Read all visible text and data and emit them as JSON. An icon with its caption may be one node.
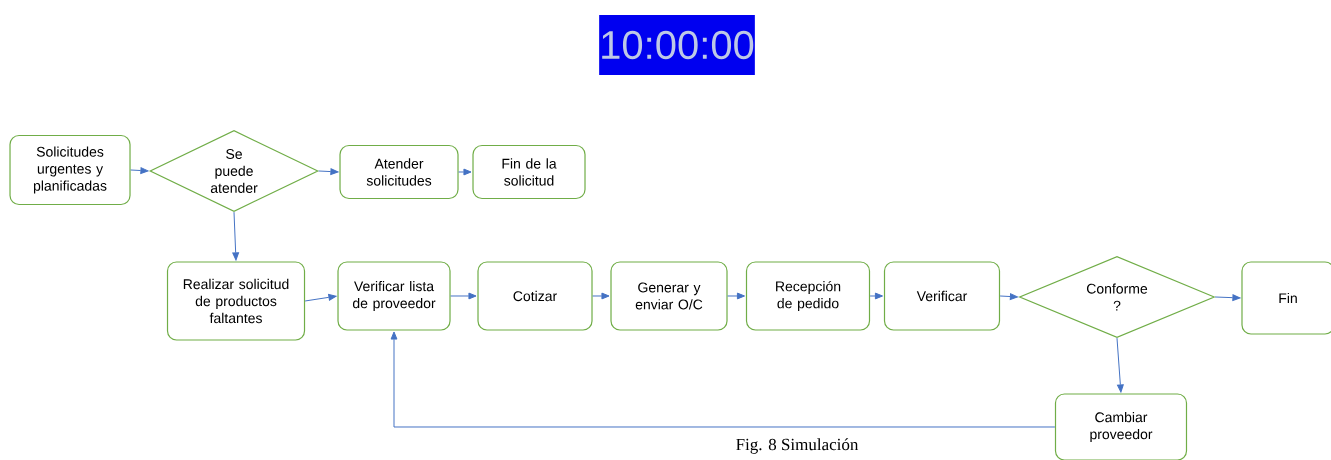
{
  "diagram": {
    "caption": "Fig. 8 Simulación",
    "nodes": [
      {
        "text": [
          "Solicitudes urgentes y planificadas"
        ]
      },
      {
        "text": [
          "Se puede atender"
        ]
      },
      {
        "text": [
          "Atender solicitudes"
        ]
      },
      {
        "text": [
          "Fin de la solicitud"
        ]
      },
      {
        "text": [
          "Realizar solicitud de productos faltantes"
        ]
      },
      {
        "text": [
          "Verificar lista de proveedor"
        ]
      },
      {
        "text": [
          "Cotizar"
        ]
      },
      {
        "text": [
          "Generar y enviar O/C"
        ]
      },
      {
        "text": [
          "Recepción de pedido"
        ]
      },
      {
        "text": [
          "Verificar"
        ]
      },
      {
        "text": [
          "Conforme ?"
        ]
      },
      {
        "text": [
          "Fin"
        ]
      },
      {
        "text": [
          "Cambiar proveedor"
        ]
      }
    ],
    "edges": [
      {
        "from": 0,
        "to": 1,
        "arrow": "to"
      },
      {
        "from": 1,
        "to": 2,
        "arrow": "to"
      },
      {
        "from": 2,
        "to": 3,
        "arrow": "to"
      },
      {
        "from": 1,
        "to": 4,
        "arrow": "to"
      },
      {
        "from": 4,
        "to": 5,
        "arrow": "to"
      },
      {
        "from": 5,
        "to": 6,
        "arrow": "to"
      },
      {
        "from": 6,
        "to": 7,
        "arrow": "to"
      },
      {
        "from": 7,
        "to": 8,
        "arrow": "to"
      },
      {
        "from": 8,
        "to": 9,
        "arrow": "to"
      },
      {
        "from": 9,
        "to": 10,
        "arrow": "to"
      },
      {
        "from": 10,
        "to": 11,
        "arrow": "to"
      },
      {
        "from": 10,
        "to": 12,
        "arrow": "to"
      },
      {
        "from": 12,
        "to": 5,
        "arrow": "to"
      }
    ],
    "labels": [
      "10:00:00"
    ]
  }
}
